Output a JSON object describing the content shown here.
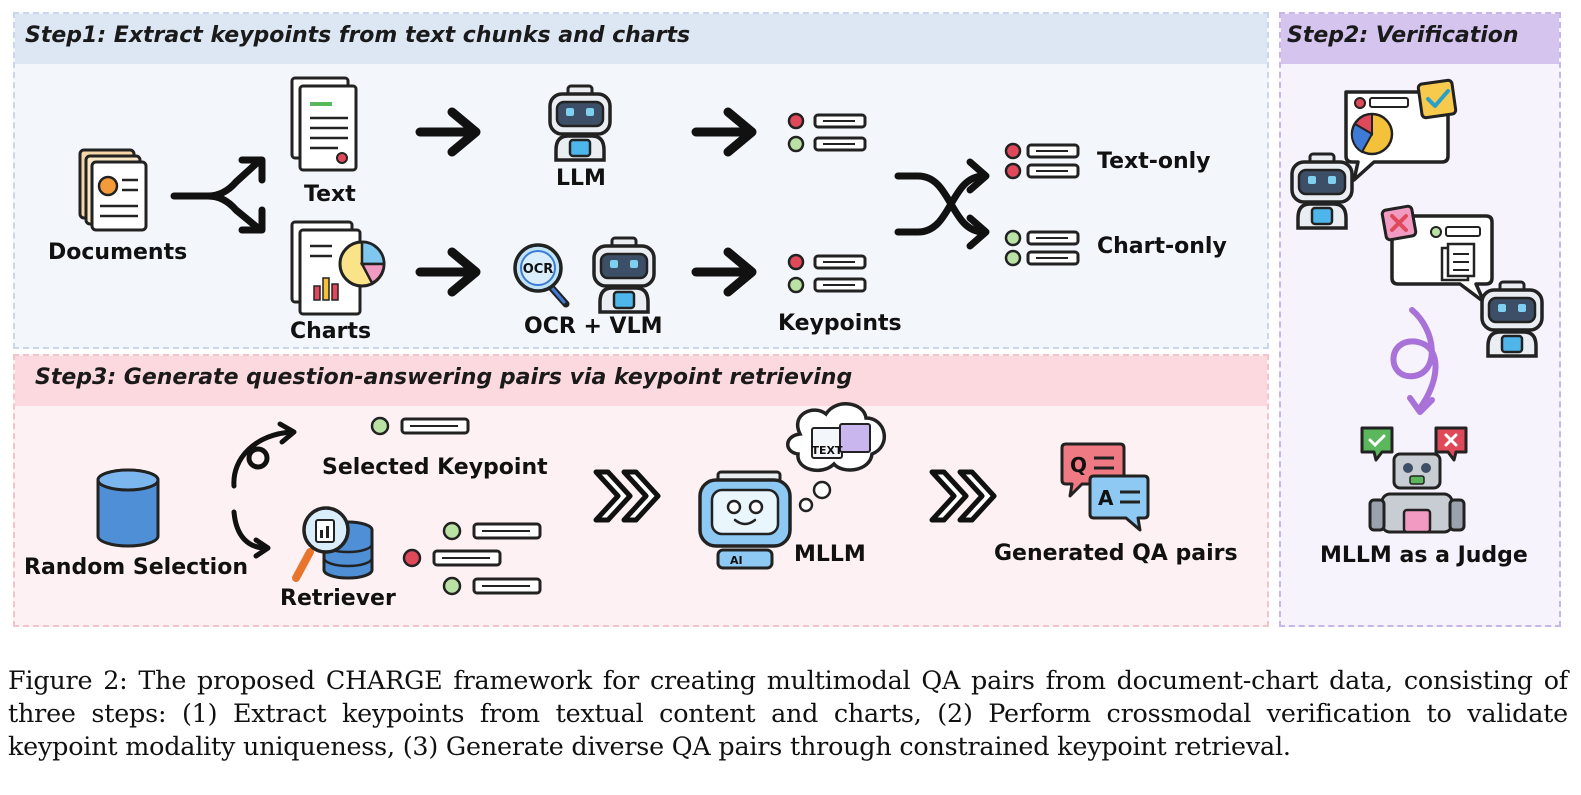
{
  "step1": {
    "title": "Step1: Extract keypoints from text chunks and charts",
    "labels": {
      "documents": "Documents",
      "text": "Text",
      "charts": "Charts",
      "llm": "LLM",
      "ocr_vlm": "OCR + VLM",
      "keypoints": "Keypoints",
      "text_only": "Text-only",
      "chart_only": "Chart-only"
    },
    "ocr_badge": "OCR"
  },
  "step2": {
    "title": "Step2: Verification",
    "judge_label": "MLLM as a Judge"
  },
  "step3": {
    "title": "Step3: Generate question-answering pairs via keypoint retrieving",
    "labels": {
      "random_selection": "Random Selection",
      "selected_keypoint": "Selected Keypoint",
      "retriever": "Retriever",
      "mllm": "MLLM",
      "generated_qa": "Generated QA pairs"
    },
    "thought_text": "TEXT",
    "ai_badge": "AI",
    "q_badge": "Q",
    "a_badge": "A"
  },
  "caption": "Figure 2: The proposed CHARGE framework for creating multimodal QA pairs from document-chart data, consisting of three steps: (1) Extract keypoints from textual content and charts, (2) Perform crossmodal verification to validate keypoint modality uniqueness, (3) Generate diverse QA pairs through constrained keypoint retrieval.",
  "colors": {
    "step1_bg": "#f3f6fb",
    "step2_bg": "#f6f3fc",
    "step3_bg": "#fdf1f3",
    "keypoint_red": "#e0495a",
    "keypoint_green": "#b9e2a4",
    "robot_screen": "#3d4f66",
    "arrow_purple": "#a872d9"
  }
}
